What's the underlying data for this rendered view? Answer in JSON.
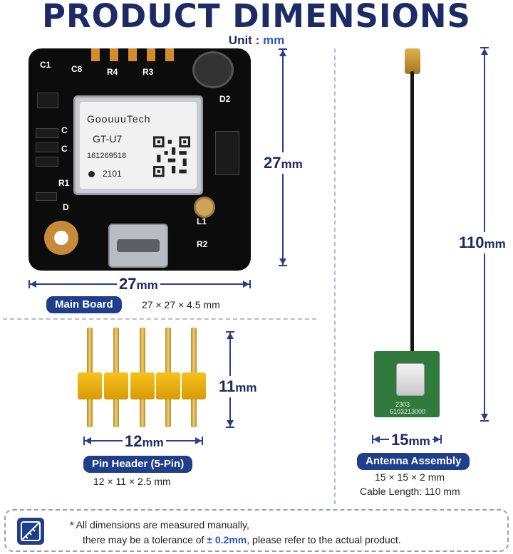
{
  "title": "PRODUCT DIMENSIONS",
  "unit": {
    "label": "Unit :",
    "value": "mm"
  },
  "main_board": {
    "width_value": "27",
    "width_unit": "mm",
    "height_value": "27",
    "height_unit": "mm",
    "label": "Main Board",
    "spec": "27 × 27 × 4.5 mm",
    "silkscreen": [
      "C1",
      "C8",
      "R4",
      "R3",
      "D2",
      "C",
      "C",
      "R1",
      "D",
      "L1",
      "R2"
    ],
    "module": {
      "brand": "GoouuuTech",
      "model": "GT-U7",
      "serial": "161269518",
      "lot": "2101"
    }
  },
  "pin_header": {
    "width_value": "12",
    "width_unit": "mm",
    "height_value": "11",
    "height_unit": "mm",
    "label": "Pin Header (5-Pin)",
    "spec": "12 × 11 × 2.5 mm"
  },
  "antenna": {
    "width_value": "15",
    "width_unit": "mm",
    "length_value": "110",
    "length_unit": "mm",
    "label": "Antenna Assembly",
    "spec": "15 × 15 × 2 mm",
    "cable": "Cable Length: 110 mm",
    "board_text_1": "2303",
    "board_text_2": "6103213000"
  },
  "note": {
    "star": "*",
    "line1": "All dimensions are measured manually,",
    "line2_pre": "there may be a tolerance of",
    "line2_tol": "± 0.2mm",
    "line2_post": ", please refer to the actual product."
  },
  "colors": {
    "title": "#1c2a66",
    "accent": "#2a56c6",
    "pill": "#1f3e8c",
    "pcb": "#0c0c0c",
    "antenna_pcb": "#2f7a3c",
    "pin_plastic": "#f6c21c"
  },
  "icons": {
    "note": "ruler-icon"
  }
}
